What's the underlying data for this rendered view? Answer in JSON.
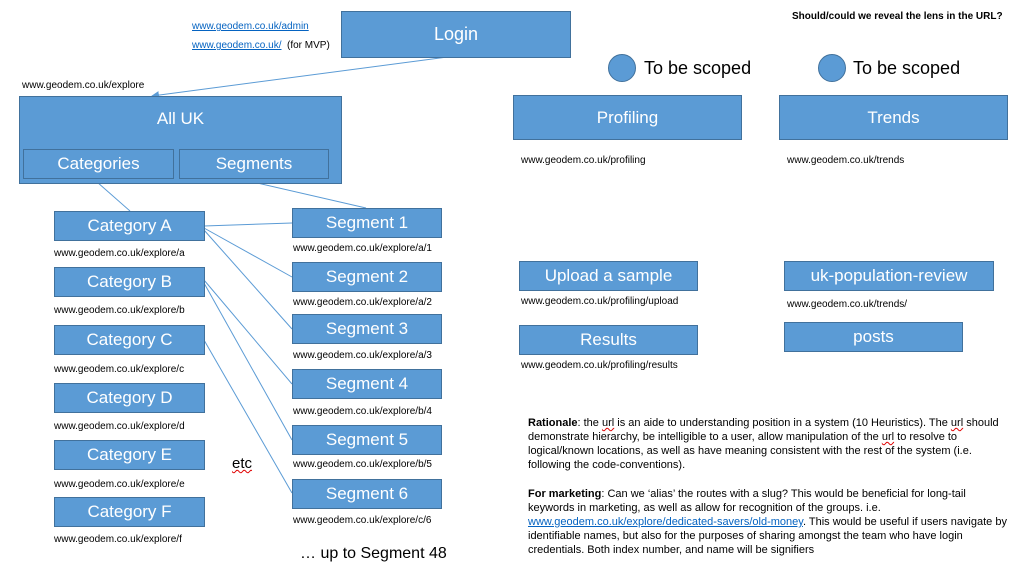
{
  "header": {
    "admin_url": "www.geodem.co.uk/admin",
    "mvp_url": "www.geodem.co.uk/",
    "mvp_note": "(for MVP)",
    "login": "Login",
    "question": "Should/could we reveal the lens in the URL?"
  },
  "scoped": {
    "label_1": "To be scoped",
    "label_2": "To be scoped"
  },
  "explore": {
    "url": "www.geodem.co.uk/explore",
    "all_uk": "All UK",
    "categories": "Categories",
    "segments": "Segments"
  },
  "categories": [
    {
      "label": "Category A",
      "url": "www.geodem.co.uk/explore/a"
    },
    {
      "label": "Category B",
      "url": "www.geodem.co.uk/explore/b"
    },
    {
      "label": "Category C",
      "url": "www.geodem.co.uk/explore/c"
    },
    {
      "label": "Category D",
      "url": "www.geodem.co.uk/explore/d"
    },
    {
      "label": "Category E",
      "url": "www.geodem.co.uk/explore/e"
    },
    {
      "label": "Category F",
      "url": "www.geodem.co.uk/explore/f"
    }
  ],
  "segments": [
    {
      "label": "Segment 1",
      "url": "www.geodem.co.uk/explore/a/1"
    },
    {
      "label": "Segment 2",
      "url": "www.geodem.co.uk/explore/a/2"
    },
    {
      "label": "Segment 3",
      "url": "www.geodem.co.uk/explore/a/3"
    },
    {
      "label": "Segment 4",
      "url": "www.geodem.co.uk/explore/b/4"
    },
    {
      "label": "Segment 5",
      "url": "www.geodem.co.uk/explore/b/5"
    },
    {
      "label": "Segment 6",
      "url": "www.geodem.co.uk/explore/c/6"
    }
  ],
  "etc": "etc",
  "up_to": "… up to Segment 48",
  "profiling": {
    "label": "Profiling",
    "url": "www.geodem.co.uk/profiling",
    "upload": "Upload a sample",
    "upload_url": "www.geodem.co.uk/profiling/upload",
    "results": "Results",
    "results_url": "www.geodem.co.uk/profiling/results"
  },
  "trends": {
    "label": "Trends",
    "url": "www.geodem.co.uk/trends",
    "review": "uk-population-review",
    "review_url": "www.geodem.co.uk/trends/",
    "posts": "posts"
  },
  "rationale": {
    "heading": "Rationale",
    "t1": ": the ",
    "w_url": "url",
    "t2": " is an aide to understanding position in a system (10 Heuristics). The ",
    "t3": " should demonstrate hierarchy, be intelligible to a user, allow manipulation of the ",
    "t4": " to resolve to logical/known locations, as well as have meaning consistent with the rest of the system (i.e. following the code-conventions)."
  },
  "marketing": {
    "heading": "For marketing",
    "t1": ": Can we ‘alias’ the routes with a slug? This would be beneficial for long-tail keywords in marketing, as well as allow for recognition of the groups. i.e. ",
    "link": "www.geodem.co.uk/explore/dedicated-savers/old-money",
    "t2": ". This would be useful if users navigate by identifiable names, but also for the purposes of sharing amongst the team who have login credentials. Both index number, and name will be signifiers"
  },
  "colors": {
    "box_fill": "#5b9bd5",
    "box_border": "#41719c",
    "link": "#0563c1",
    "connector": "#5b9bd5"
  }
}
